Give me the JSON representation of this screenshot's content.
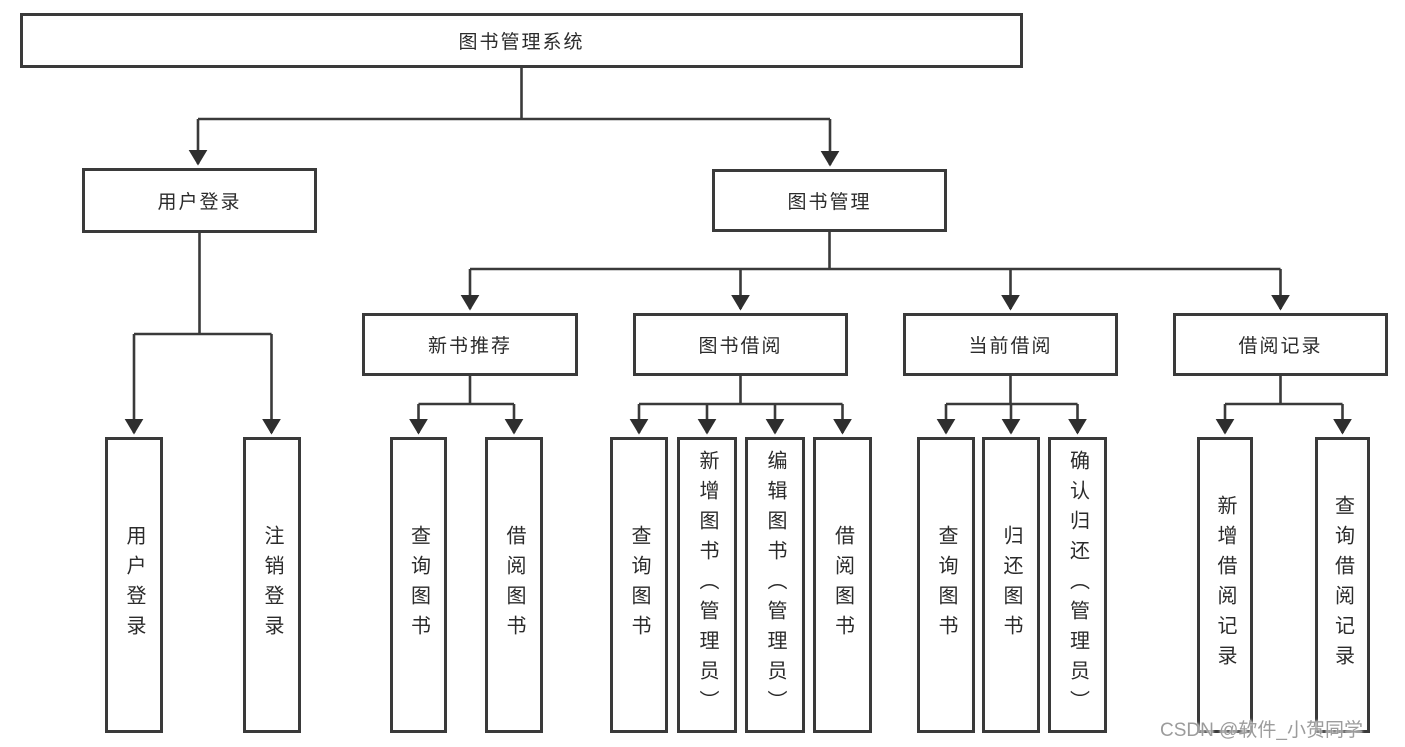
{
  "diagram": {
    "root": {
      "label": "图书管理系统"
    },
    "branches": [
      {
        "label": "用户登录",
        "children": [
          {
            "label": "用户登录"
          },
          {
            "label": "注销登录"
          }
        ]
      },
      {
        "label": "图书管理",
        "children": [
          {
            "label": "新书推荐",
            "children": [
              {
                "label": "查询图书"
              },
              {
                "label": "借阅图书"
              }
            ]
          },
          {
            "label": "图书借阅",
            "children": [
              {
                "label": "查询图书"
              },
              {
                "label": "新增图书（管理员）"
              },
              {
                "label": "编辑图书（管理员）"
              },
              {
                "label": "借阅图书"
              }
            ]
          },
          {
            "label": "当前借阅",
            "children": [
              {
                "label": "查询图书"
              },
              {
                "label": "归还图书"
              },
              {
                "label": "确认归还（管理员）"
              }
            ]
          },
          {
            "label": "借阅记录",
            "children": [
              {
                "label": "新增借阅记录"
              },
              {
                "label": "查询借阅记录"
              }
            ]
          }
        ]
      }
    ]
  },
  "watermark": {
    "text": "CSDN @软件_小贺同学"
  },
  "colors": {
    "line": "#3a3a3a",
    "box_border": "#3a3a3a",
    "box_fill": "#ffffff",
    "text": "#2b2b2b",
    "watermark_text": "#9c9c9c",
    "background": "#ffffff"
  }
}
